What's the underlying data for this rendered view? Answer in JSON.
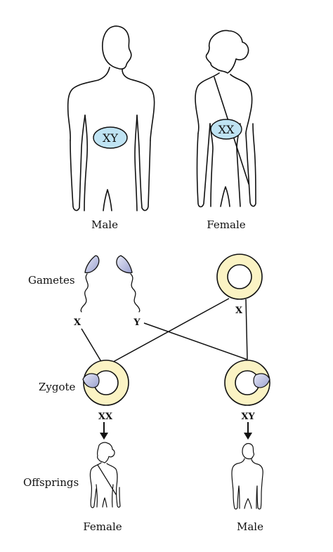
{
  "parents": {
    "male": {
      "label": "Male",
      "chromosomes": "XY"
    },
    "female": {
      "label": "Female",
      "chromosomes": "XX"
    }
  },
  "gametes": {
    "label": "Gametes",
    "sperm_x": "X",
    "sperm_y": "Y",
    "egg_x": "X"
  },
  "zygote": {
    "label": "Zygote",
    "left_chromosomes": "XX",
    "right_chromosomes": "XY"
  },
  "offsprings": {
    "label": "Offsprings",
    "left_label": "Female",
    "right_label": "Male"
  },
  "colors": {
    "nucleus_fill": "#bfe3f3",
    "egg_fill": "#fbf3c4",
    "sperm_fill": "#c9cde8",
    "line": "#111111"
  }
}
